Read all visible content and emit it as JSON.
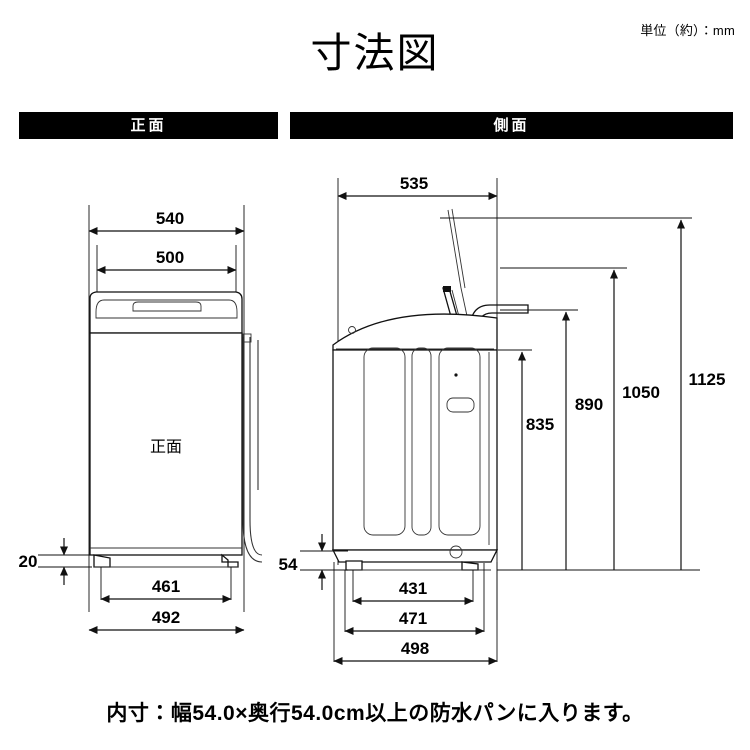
{
  "header": {
    "unit_note": "単位（約）：mm",
    "title": "寸法図"
  },
  "sections": {
    "front": {
      "label": "正面"
    },
    "side": {
      "label": "側面"
    }
  },
  "front_view": {
    "body_label": "正面",
    "dimensions": {
      "width_overall": "540",
      "width_cabinet": "500",
      "foot_height": "20",
      "foot_inner_span": "461",
      "foot_outer_span": "492"
    }
  },
  "side_view": {
    "dimensions": {
      "depth_overall": "535",
      "height_cabinet": "835",
      "height_lid_closed": "890",
      "height_hose": "1050",
      "height_lid_open": "1125",
      "foot_height": "54",
      "foot_inner_span": "431",
      "foot_outer_span": "471",
      "base_span": "498"
    }
  },
  "caption": "内寸：幅54.0×奥行54.0cm以上の防水パンに入ります。",
  "colors": {
    "bar_background": "#000000",
    "bar_text": "#ffffff",
    "line": "#111111",
    "page_background": "#ffffff"
  },
  "chart_data": {
    "type": "table",
    "title": "寸法図",
    "subtitle": "単位（約）：mm",
    "categories": [
      "正面",
      "側面"
    ],
    "series": [
      {
        "name": "正面",
        "labels": [
          "540",
          "500",
          "20",
          "461",
          "492"
        ],
        "values": [
          540,
          500,
          20,
          461,
          492
        ]
      },
      {
        "name": "側面",
        "labels": [
          "535",
          "835",
          "890",
          "1050",
          "1125",
          "54",
          "431",
          "471",
          "498"
        ],
        "values": [
          535,
          835,
          890,
          1050,
          1125,
          54,
          431,
          471,
          498
        ]
      }
    ],
    "xlabel": "",
    "ylabel": "mm",
    "annotations": [
      "内寸：幅54.0×奥行54.0cm以上の防水パンに入ります。"
    ]
  }
}
